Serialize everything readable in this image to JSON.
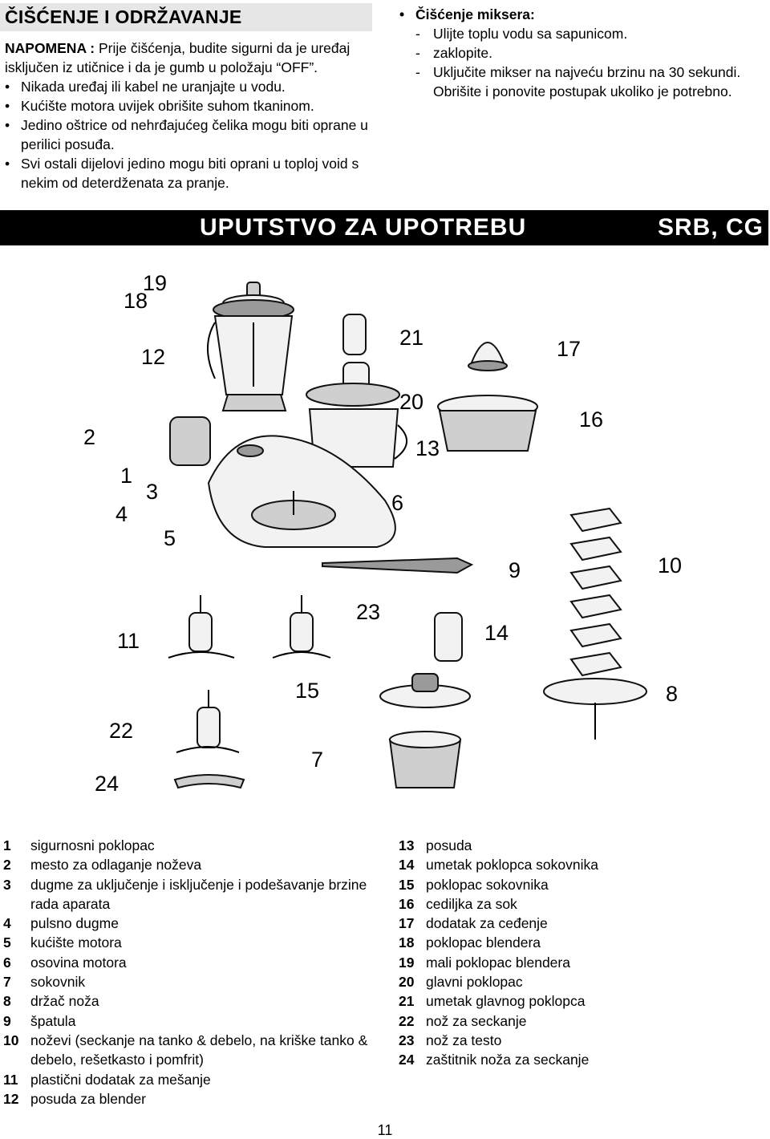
{
  "title": "ČIŠĆENJE I ODRŽAVANJE",
  "note_label": "NAPOMENA :",
  "note_text": " Prije čišćenja, budite sigurni da je uređaj isključen iz utičnice i da je gumb u položaju “OFF”.",
  "bullets": [
    "Nikada uređaj ili kabel ne uranjajte u vodu.",
    "Kućište motora uvijek obrišite suhom tkaninom.",
    "Jedino oštrice od nehrđajućeg čelika mogu biti oprane u perilici posuđa.",
    "Svi ostali dijelovi jedino mogu biti oprani u toploj void s nekim od deterdženata za pranje."
  ],
  "mixer": {
    "heading": "Čišćenje miksera:",
    "steps": [
      "Ulijte toplu vodu sa sapunicom.",
      "zaklopite.",
      "Uključite mikser na najveću brzinu na 30 sekundi. Obrišite i ponovite postupak ukoliko je potrebno."
    ]
  },
  "banner": {
    "left": "UPUTSTVO ZA UPOTREBU",
    "right": "SRB, CG"
  },
  "callouts": [
    "19",
    "18",
    "12",
    "21",
    "17",
    "20",
    "16",
    "2",
    "13",
    "1",
    "3",
    "6",
    "4",
    "5",
    "10",
    "9",
    "11",
    "23",
    "14",
    "15",
    "8",
    "22",
    "7",
    "24"
  ],
  "legend_left": [
    {
      "num": "1",
      "label": "sigurnosni poklopac"
    },
    {
      "num": "2",
      "label": "mesto za odlaganje noževa"
    },
    {
      "num": "3",
      "label": "dugme za uključenje i isključenje i  podešavanje brzine rada aparata"
    },
    {
      "num": "4",
      "label": "pulsno dugme"
    },
    {
      "num": "5",
      "label": "kućište motora"
    },
    {
      "num": "6",
      "label": "osovina motora"
    },
    {
      "num": "7",
      "label": "sokovnik"
    },
    {
      "num": "8",
      "label": "držač noža"
    },
    {
      "num": "9",
      "label": "špatula"
    },
    {
      "num": "10",
      "label": "noževi (seckanje na tanko & debelo, na kriške tanko & debelo, rešetkasto i pomfrit)"
    },
    {
      "num": "11",
      "label": "plastični dodatak za mešanje"
    },
    {
      "num": "12",
      "label": "posuda za blender"
    }
  ],
  "legend_right": [
    {
      "num": "13",
      "label": "posuda"
    },
    {
      "num": "14",
      "label": "umetak poklopca sokovnika"
    },
    {
      "num": "15",
      "label": "poklopac sokovnika"
    },
    {
      "num": "16",
      "label": "cediljka za sok"
    },
    {
      "num": "17",
      "label": "dodatak za ceđenje"
    },
    {
      "num": "18",
      "label": "poklopac blendera"
    },
    {
      "num": "19",
      "label": "mali poklopac blendera"
    },
    {
      "num": "20",
      "label": "glavni poklopac"
    },
    {
      "num": "21",
      "label": "umetak glavnog poklopca"
    },
    {
      "num": "22",
      "label": "nož za seckanje"
    },
    {
      "num": "23",
      "label": "nož za testo"
    },
    {
      "num": "24",
      "label": "zaštitnik noža za seckanje"
    }
  ],
  "page_number": "11"
}
